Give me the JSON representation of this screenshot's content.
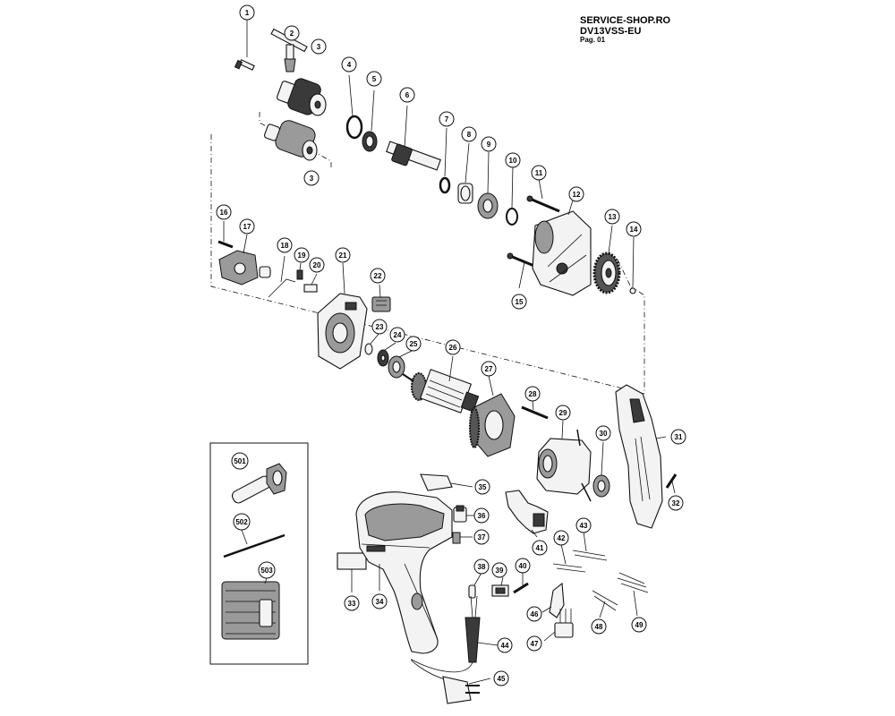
{
  "header": {
    "shop": "SERVICE-SHOP.RO",
    "model": "DV13VSS-EU",
    "page": "Pag. 01"
  },
  "callouts": [
    {
      "label": "1"
    },
    {
      "label": "2"
    },
    {
      "label": "3"
    },
    {
      "label": "3"
    },
    {
      "label": "4"
    },
    {
      "label": "5"
    },
    {
      "label": "6"
    },
    {
      "label": "7"
    },
    {
      "label": "8"
    },
    {
      "label": "9"
    },
    {
      "label": "10"
    },
    {
      "label": "11"
    },
    {
      "label": "12"
    },
    {
      "label": "13"
    },
    {
      "label": "14"
    },
    {
      "label": "15"
    },
    {
      "label": "16"
    },
    {
      "label": "17"
    },
    {
      "label": "18"
    },
    {
      "label": "19"
    },
    {
      "label": "20"
    },
    {
      "label": "21"
    },
    {
      "label": "22"
    },
    {
      "label": "23"
    },
    {
      "label": "24"
    },
    {
      "label": "25"
    },
    {
      "label": "26"
    },
    {
      "label": "27"
    },
    {
      "label": "28"
    },
    {
      "label": "29"
    },
    {
      "label": "30"
    },
    {
      "label": "31"
    },
    {
      "label": "32"
    },
    {
      "label": "33"
    },
    {
      "label": "34"
    },
    {
      "label": "35"
    },
    {
      "label": "36"
    },
    {
      "label": "37"
    },
    {
      "label": "38"
    },
    {
      "label": "39"
    },
    {
      "label": "40"
    },
    {
      "label": "41"
    },
    {
      "label": "42"
    },
    {
      "label": "43"
    },
    {
      "label": "44"
    },
    {
      "label": "45"
    },
    {
      "label": "46"
    },
    {
      "label": "47"
    },
    {
      "label": "48"
    },
    {
      "label": "49"
    },
    {
      "label": "501"
    },
    {
      "label": "502"
    },
    {
      "label": "503"
    }
  ]
}
